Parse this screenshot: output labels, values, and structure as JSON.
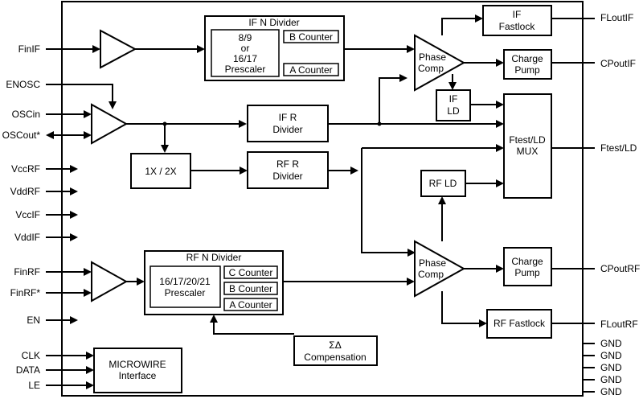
{
  "pins_left": [
    "FinIF",
    "ENOSC",
    "OSCin",
    "OSCout*",
    "VccRF",
    "VddRF",
    "VccIF",
    "VddIF",
    "FinRF",
    "FinRF*",
    "EN",
    "CLK",
    "DATA",
    "LE"
  ],
  "pins_right": [
    "FLoutIF",
    "CPoutIF",
    "Ftest/LD",
    "CPoutRF",
    "FLoutRF"
  ],
  "gnd_pins": [
    "GND",
    "GND",
    "GND",
    "GND",
    "GND"
  ],
  "blocks": {
    "if_n_divider": {
      "title": "IF N Divider",
      "prescaler": [
        "8/9",
        "or",
        "16/17",
        "Prescaler"
      ],
      "b_counter": "B Counter",
      "a_counter": "A Counter"
    },
    "if_fastlock": [
      "IF",
      "Fastlock"
    ],
    "phase_comp_if": [
      "Phase",
      "Comp"
    ],
    "charge_pump_if": [
      "Charge",
      "Pump"
    ],
    "if_ld": [
      "IF",
      "LD"
    ],
    "if_r_divider": [
      "IF R",
      "Divider"
    ],
    "mult": "1X / 2X",
    "rf_r_divider": [
      "RF R",
      "Divider"
    ],
    "mux": [
      "Ftest/LD",
      "MUX"
    ],
    "rf_ld": "RF LD",
    "rf_n_divider": {
      "title": "RF N Divider",
      "prescaler": [
        "16/17/20/21",
        "Prescaler"
      ],
      "c_counter": "C Counter",
      "b_counter": "B Counter",
      "a_counter": "A Counter"
    },
    "phase_comp_rf": [
      "Phase",
      "Comp"
    ],
    "charge_pump_rf": [
      "Charge",
      "Pump"
    ],
    "rf_fastlock": "RF Fastlock",
    "sd_comp": [
      "ΣΔ",
      "Compensation"
    ],
    "microwire": [
      "MICROWIRE",
      "Interface"
    ]
  }
}
